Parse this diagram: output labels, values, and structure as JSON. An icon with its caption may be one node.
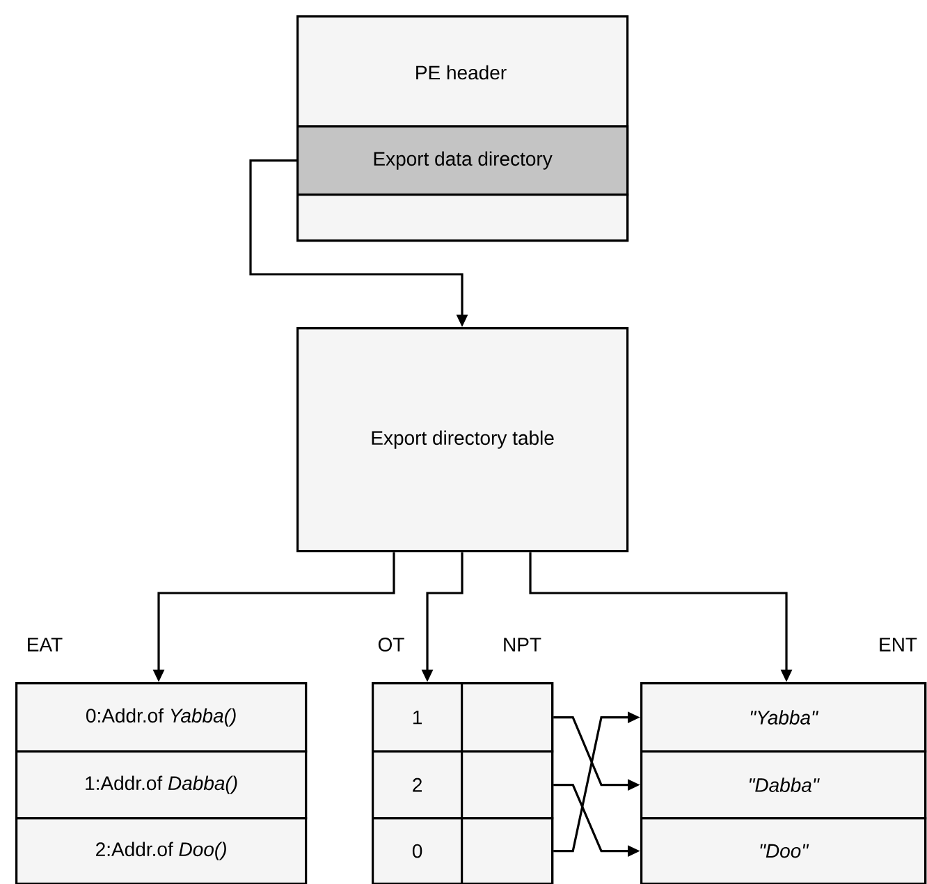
{
  "diagram": {
    "nodes": [
      {
        "text": [
          "PE header"
        ]
      },
      {
        "text": [
          "Export data directory"
        ],
        "in": 0
      },
      {
        "text": [],
        "shape": "box",
        "in": 0
      },
      {
        "text": [
          "Export directory table"
        ]
      },
      {
        "text": [
          "EAT"
        ]
      },
      {
        "text": [
          "0:Addr.of *Yabba()*"
        ],
        "in": 4
      },
      {
        "text": [
          "1:Addr.of *Dabba()*"
        ],
        "in": 4
      },
      {
        "text": [
          "2:Addr.of *Doo()*"
        ],
        "in": 4
      },
      {
        "text": [
          "OT"
        ]
      },
      {
        "text": [
          "1"
        ],
        "in": 8
      },
      {
        "text": [
          "2"
        ],
        "in": 8
      },
      {
        "text": [
          "0"
        ],
        "in": 8
      },
      {
        "text": [
          "NPT"
        ]
      },
      {
        "text": [],
        "shape": "box",
        "in": 12
      },
      {
        "text": [],
        "shape": "box",
        "in": 12
      },
      {
        "text": [],
        "shape": "box",
        "in": 12
      },
      {
        "text": [
          "ENT"
        ]
      },
      {
        "text": [
          "\"Yabba\""
        ],
        "in": 16
      },
      {
        "text": [
          "\"Dabba\""
        ],
        "in": 16
      },
      {
        "text": [
          "\"Doo\""
        ],
        "in": 16
      }
    ],
    "edges": [
      {
        "from": 1,
        "to": 3,
        "arrow": "to"
      },
      {
        "from": 3,
        "to": 4,
        "arrow": "to"
      },
      {
        "from": 3,
        "to": 8,
        "arrow": "to"
      },
      {
        "from": 3,
        "to": 16,
        "arrow": "to"
      },
      {
        "from": 13,
        "to": 18,
        "arrow": "to"
      },
      {
        "from": 14,
        "to": 19,
        "arrow": "to"
      },
      {
        "from": 15,
        "to": 17,
        "arrow": "to"
      }
    ]
  }
}
